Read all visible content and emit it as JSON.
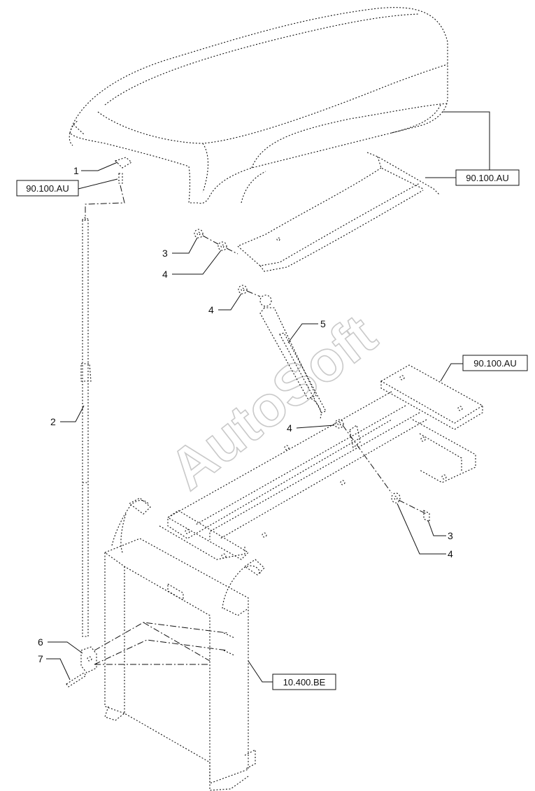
{
  "watermark": "AutoSoft",
  "references": {
    "ref_top_left": "90.100.AU",
    "ref_top_right": "90.100.AU",
    "ref_mid_right": "90.100.AU",
    "ref_bottom": "10.400.BE"
  },
  "callouts": {
    "c1": "1",
    "c2": "2",
    "c3a": "3",
    "c4a": "4",
    "c4b": "4",
    "c5": "5",
    "c4c": "4",
    "c3b": "3",
    "c4d": "4",
    "c6": "6",
    "c7": "7"
  }
}
